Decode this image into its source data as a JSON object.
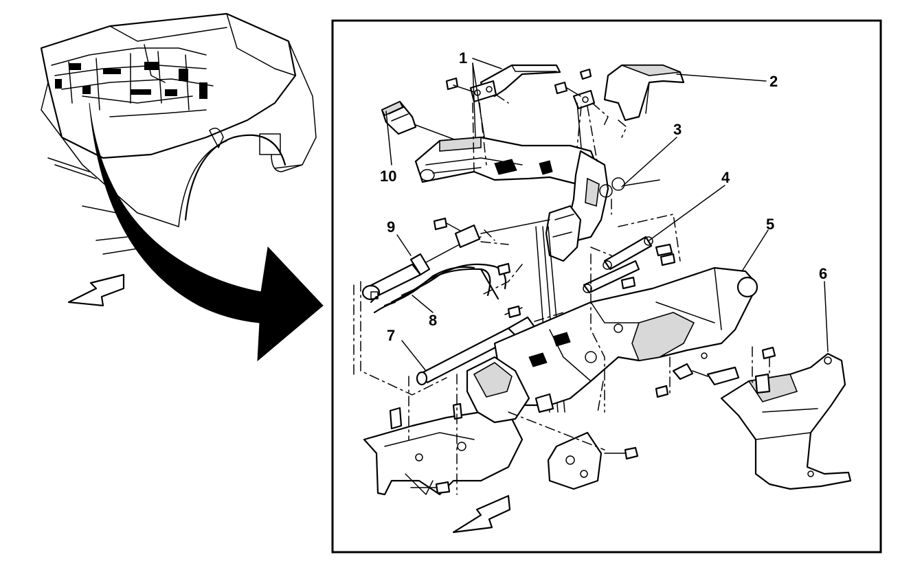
{
  "callouts": [
    {
      "id": "1",
      "text": "1"
    },
    {
      "id": "2",
      "text": "2"
    },
    {
      "id": "3",
      "text": "3"
    },
    {
      "id": "4",
      "text": "4"
    },
    {
      "id": "5",
      "text": "5"
    },
    {
      "id": "6",
      "text": "6"
    },
    {
      "id": "7",
      "text": "7"
    },
    {
      "id": "8",
      "text": "8"
    },
    {
      "id": "9",
      "text": "9"
    },
    {
      "id": "10",
      "text": "10"
    }
  ],
  "colors": {
    "line": "#000000",
    "background": "#ffffff",
    "shade": "#d8d8d8"
  }
}
